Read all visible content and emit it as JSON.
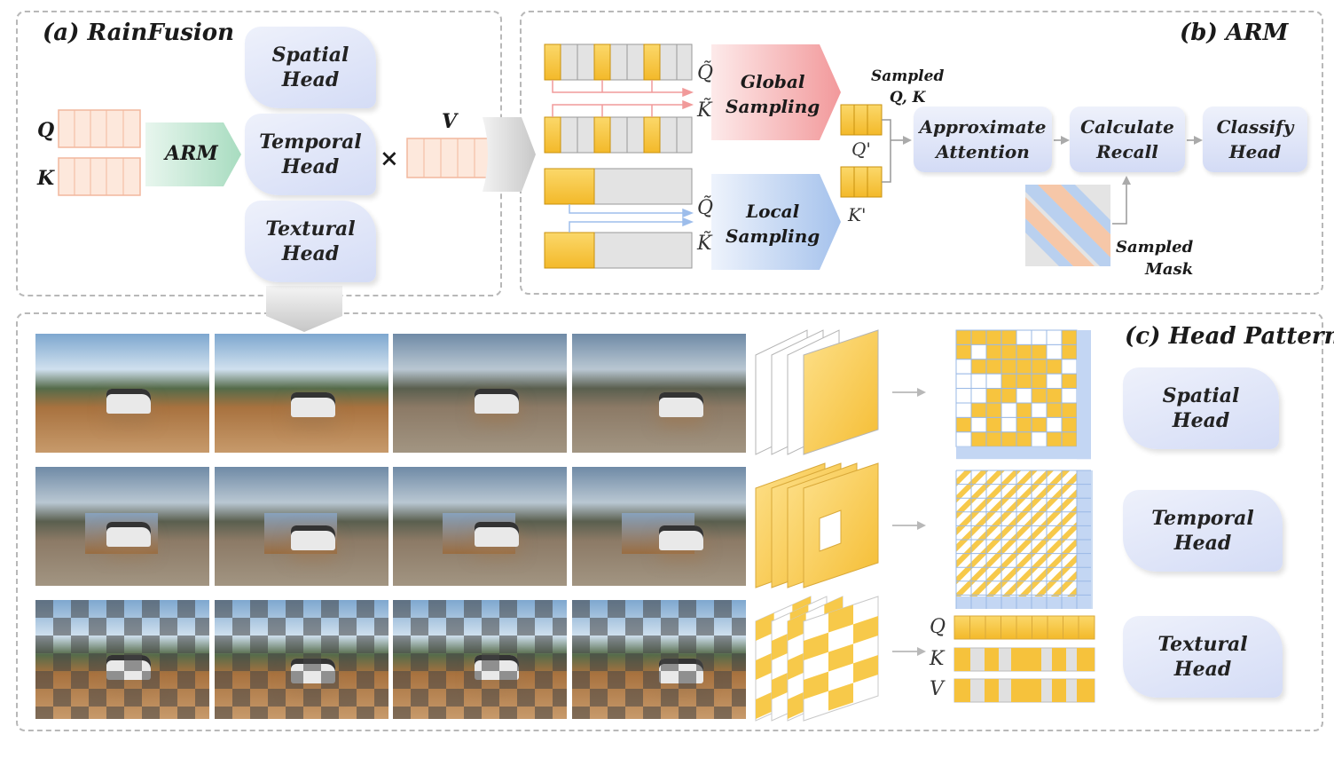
{
  "panels": {
    "a_title": "(a) RainFusion",
    "b_title": "(b) ARM",
    "c_title": "(c) Head Pattern"
  },
  "rainfusion": {
    "q_label": "Q",
    "k_label": "K",
    "arm_label": "ARM",
    "multiply": "×",
    "v_label": "V",
    "heads": [
      "Spatial\nHead",
      "Temporal\nHead",
      "Textural\nHead"
    ]
  },
  "arm": {
    "q_tilde": "Q̃",
    "k_tilde": "K̃",
    "global_sampling": "Global\nSampling",
    "local_sampling": "Local\nSampling",
    "sampled_qk": "Sampled\nQ, K",
    "q_prime": "Q'",
    "k_prime": "K'",
    "approx_attention": "Approximate\nAttention",
    "calculate_recall": "Calculate\nRecall",
    "classify_head": "Classify\nHead",
    "sampled_mask": "Sampled\nMask"
  },
  "head_pattern": {
    "q_label": "Q",
    "k_label": "K",
    "v_label": "V",
    "heads": [
      "Spatial\nHead",
      "Temporal\nHead",
      "Textural\nHead"
    ]
  },
  "colors": {
    "accent_yellow": "#f7c23c",
    "peach": "#fde8dc",
    "mint": "#cdeedd",
    "lavender": "#d8e0f7",
    "global_red": "#f3a3a3",
    "local_blue": "#aac6ee",
    "grid_blue": "#c3d6f3"
  }
}
